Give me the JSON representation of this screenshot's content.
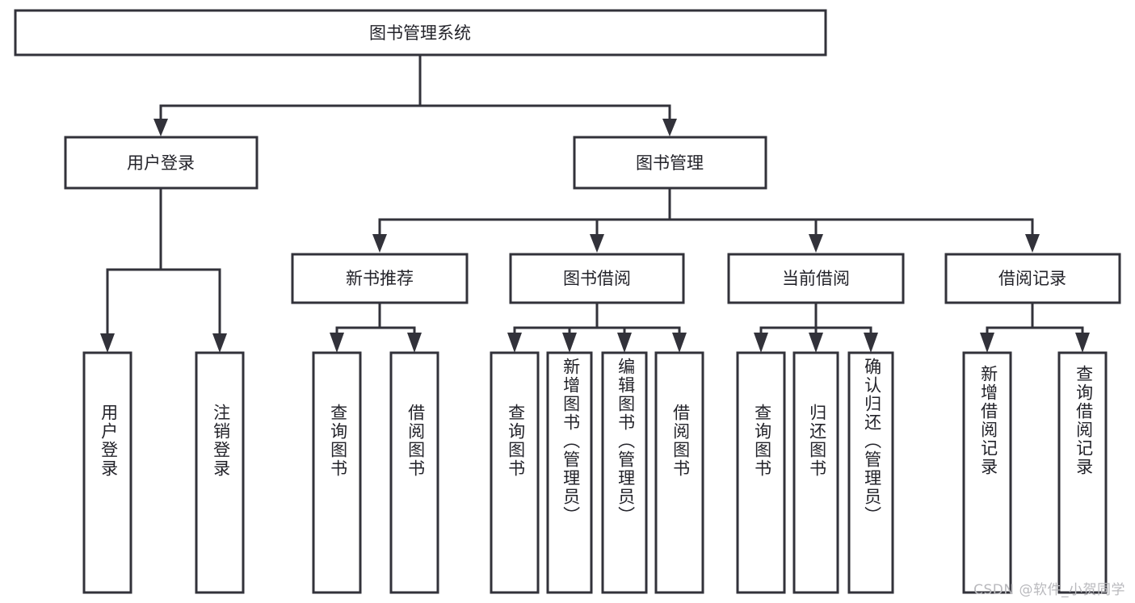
{
  "diagram": {
    "title": "图书管理系统",
    "type": "hierarchy-tree",
    "watermark": "CSDN @软件_小贺同学",
    "colors": {
      "stroke": "#32323a",
      "fill": "#ffffff",
      "text": "#23232a",
      "watermark": "#b9b9bd"
    },
    "root": {
      "label": "图书管理系统"
    },
    "level2": [
      {
        "label": "用户登录"
      },
      {
        "label": "图书管理"
      }
    ],
    "level3": [
      {
        "label": "新书推荐"
      },
      {
        "label": "图书借阅"
      },
      {
        "label": "当前借阅"
      },
      {
        "label": "借阅记录"
      }
    ],
    "leaves": {
      "user_login": [
        {
          "label": "用户登录"
        },
        {
          "label": "注销登录"
        }
      ],
      "new_book_recommend": [
        {
          "label": "查询图书"
        },
        {
          "label": "借阅图书"
        }
      ],
      "book_borrow": [
        {
          "label": "查询图书"
        },
        {
          "label": "新增图书（管理员）"
        },
        {
          "label": "编辑图书（管理员）"
        },
        {
          "label": "借阅图书"
        }
      ],
      "current_borrow": [
        {
          "label": "查询图书"
        },
        {
          "label": "归还图书"
        },
        {
          "label": "确认归还（管理员）"
        }
      ],
      "borrow_record": [
        {
          "label": "新增借阅记录"
        },
        {
          "label": "查询借阅记录"
        }
      ]
    }
  }
}
